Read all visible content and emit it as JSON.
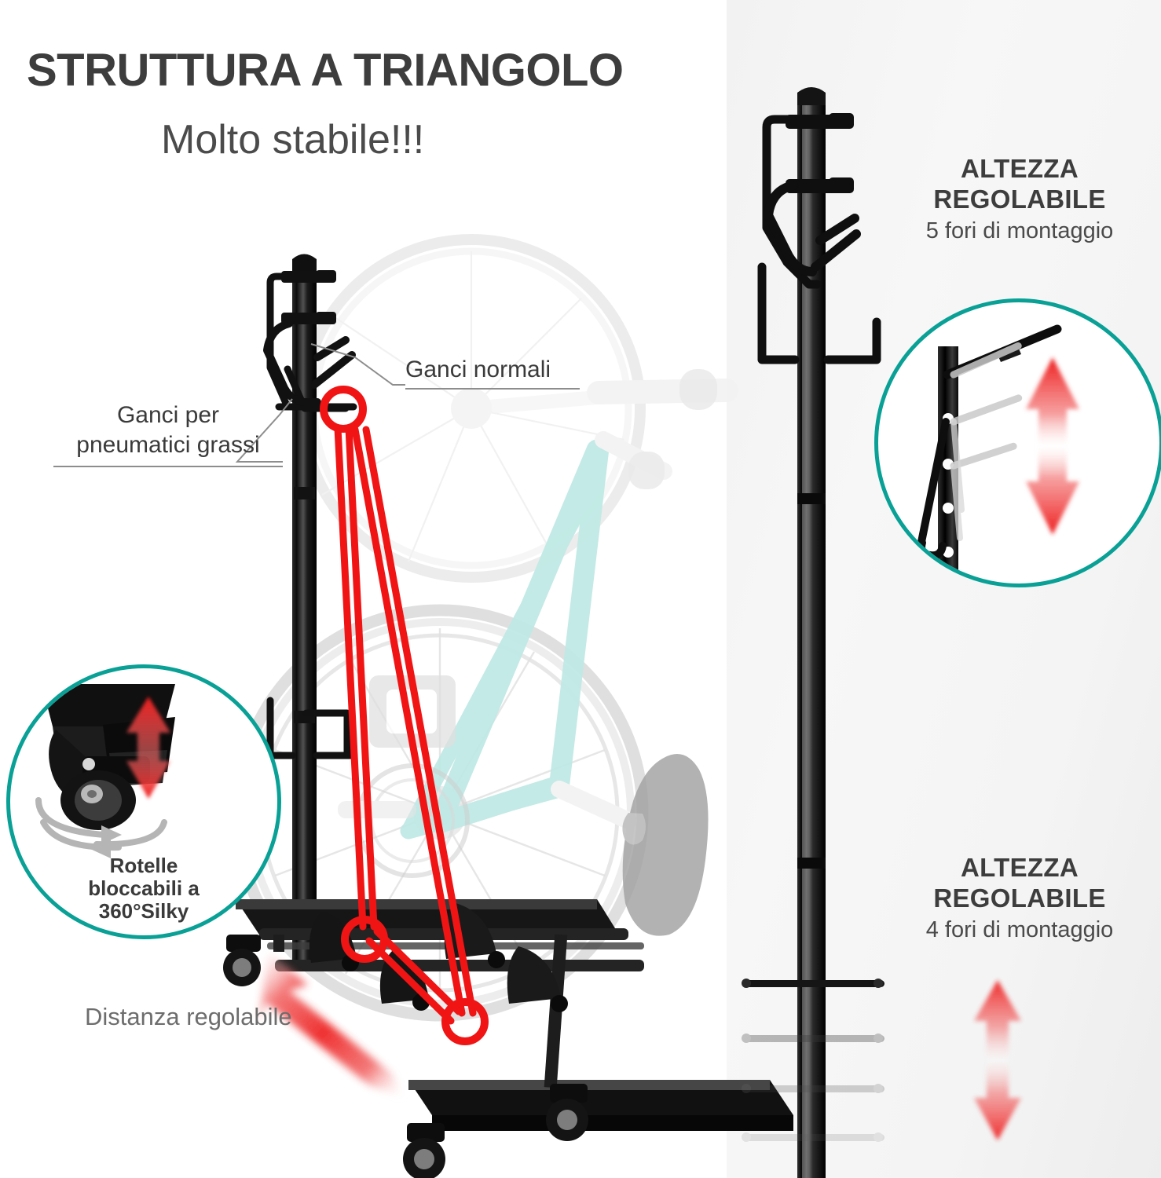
{
  "header": {
    "title": "STRUTTURA A TRIANGOLO",
    "subtitle": "Molto stabile!!!"
  },
  "left_panel": {
    "labels": {
      "normal_hooks": "Ganci normali",
      "fat_hooks_line1": "Ganci per",
      "fat_hooks_line2": "pneumatici grassi",
      "adjustable_distance": "Distanza regolabile"
    },
    "caster_callout": {
      "line1": "Rotelle",
      "line2": "bloccabili a",
      "line3": "360°Silky"
    }
  },
  "right_panel": {
    "block_top": {
      "heading_line1": "ALTEZZA",
      "heading_line2": "REGOLABILE",
      "sub": "5 fori di montaggio"
    },
    "block_bottom": {
      "heading_line1": "ALTEZZA",
      "heading_line2": "REGOLABILE",
      "sub": "4 fori di montaggio"
    }
  },
  "colors": {
    "accent_teal": "#09a096",
    "arrow_red": "#ef2222",
    "heading_dark": "#3d3d3d",
    "bike_frame_mint": "#b9e7e2",
    "metal_black": "#1a1a1a",
    "panel_right_bg": "#f4f4f4"
  }
}
